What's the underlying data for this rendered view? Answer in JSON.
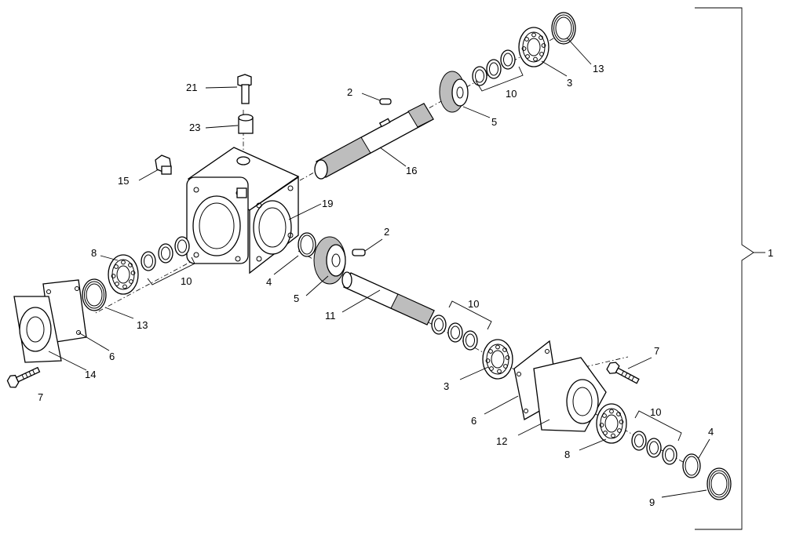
{
  "diagram": {
    "assembly_label": "1",
    "callouts": [
      {
        "id": "c21a",
        "text": "21"
      },
      {
        "id": "c23a",
        "text": "23"
      },
      {
        "id": "c15a",
        "text": "15"
      },
      {
        "id": "c2a",
        "text": "2"
      },
      {
        "id": "c16a",
        "text": "16"
      },
      {
        "id": "c5a",
        "text": "5"
      },
      {
        "id": "c10a",
        "text": "10"
      },
      {
        "id": "c3a",
        "text": "3"
      },
      {
        "id": "c13a",
        "text": "13"
      },
      {
        "id": "c19a",
        "text": "19"
      },
      {
        "id": "c2b",
        "text": "2"
      },
      {
        "id": "c4a",
        "text": "4"
      },
      {
        "id": "c5b",
        "text": "5"
      },
      {
        "id": "c11a",
        "text": "11"
      },
      {
        "id": "c8a",
        "text": "8"
      },
      {
        "id": "c10b",
        "text": "10"
      },
      {
        "id": "c13b",
        "text": "13"
      },
      {
        "id": "c6a",
        "text": "6"
      },
      {
        "id": "c14a",
        "text": "14"
      },
      {
        "id": "c7a",
        "text": "7"
      },
      {
        "id": "c10c",
        "text": "10"
      },
      {
        "id": "c3b",
        "text": "3"
      },
      {
        "id": "c7b",
        "text": "7"
      },
      {
        "id": "c6b",
        "text": "6"
      },
      {
        "id": "c12a",
        "text": "12"
      },
      {
        "id": "c10d",
        "text": "10"
      },
      {
        "id": "c8b",
        "text": "8"
      },
      {
        "id": "c4b",
        "text": "4"
      },
      {
        "id": "c9a",
        "text": "9"
      }
    ]
  }
}
